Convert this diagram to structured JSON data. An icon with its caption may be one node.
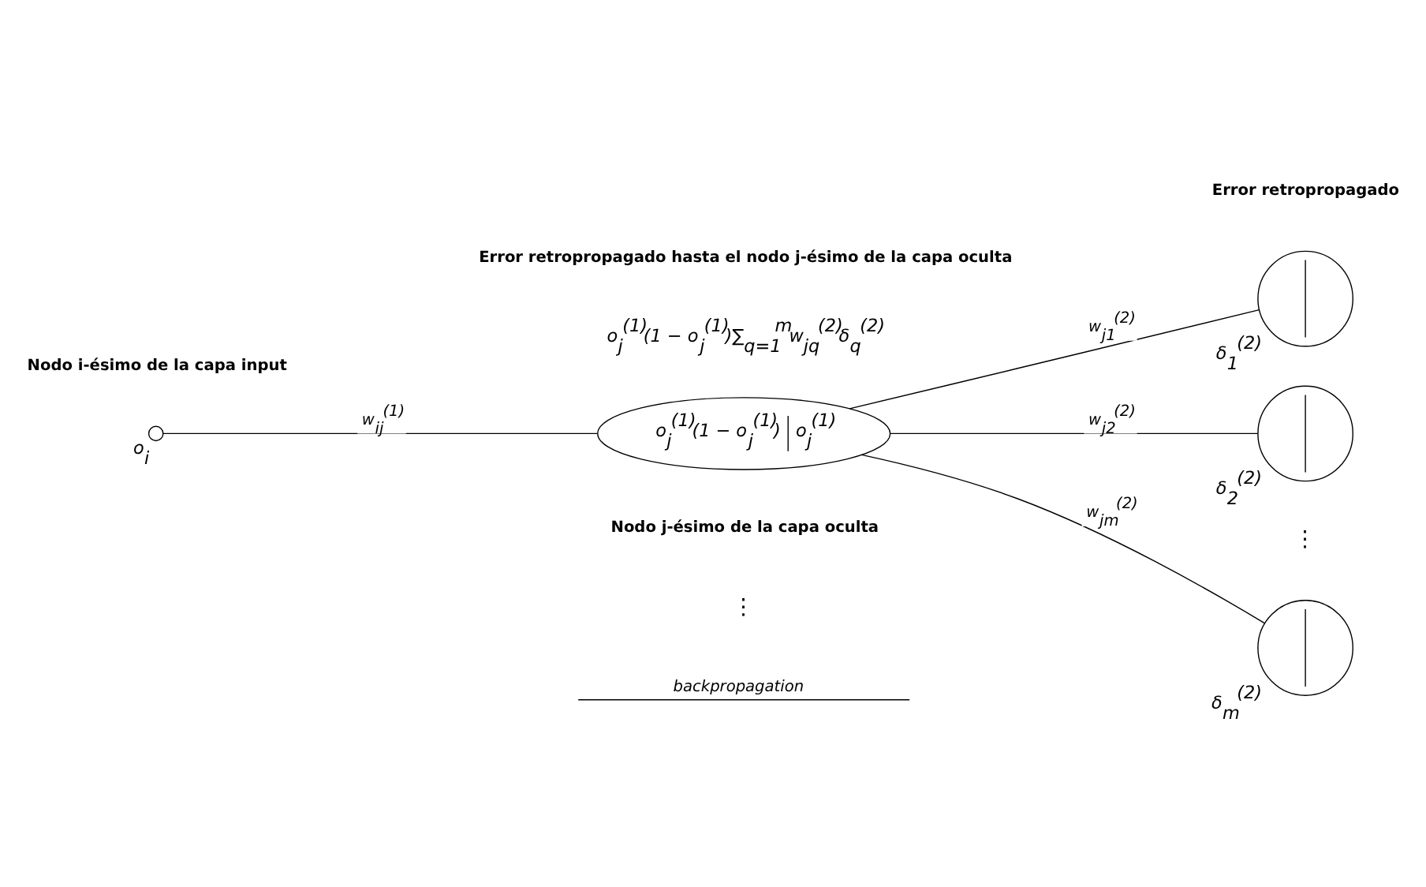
{
  "diagram": {
    "nodes": [
      {
        "text": [],
        "shape": "circle",
        "beside": [
          "o$_{i}$"
        ]
      },
      {
        "text": [
          "o$_{j}$$^{(1)}$(1 − o$_{j}$$^{(1)}$)",
          "o$_{j}$$^{(1)}$"
        ],
        "beside": [
          "Error retropropagado hasta el nodo j-ésimo de la capa oculta",
          "o$_{j}$$^{(1)}$(1 − o$_{j}$$^{(1)}$)∑$_{q=1}$$^{m}$w$_{jq}$$^{(2)}$δ$_{q}$$^{(2)}$",
          "Nodo j-ésimo de la capa oculta"
        ]
      },
      {
        "text": [],
        "shape": "circle",
        "beside": [
          "δ$_{1}$$^{(2)}$"
        ]
      },
      {
        "text": [],
        "shape": "circle",
        "beside": [
          "δ$_{2}$$^{(2)}$"
        ]
      },
      {
        "text": [],
        "shape": "circle",
        "beside": [
          "δ$_{m}$$^{(2)}$"
        ]
      }
    ],
    "edges": [
      {
        "from": 0,
        "to": 1,
        "arrow": "none",
        "label": "w$_{ij}$$^{(1)}$"
      },
      {
        "from": 1,
        "to": 2,
        "arrow": "none",
        "label": "w$_{j1}$$^{(2)}$"
      },
      {
        "from": 1,
        "to": 3,
        "arrow": "none",
        "label": "w$_{j2}$$^{(2)}$"
      },
      {
        "from": 1,
        "to": 4,
        "arrow": "none",
        "label": "w$_{jm}$$^{(2)}$"
      }
    ],
    "labels": [
      "Nodo i-ésimo de la capa input",
      "Error retropropagado",
      "⋮",
      "⋮",
      "backpropagation"
    ]
  }
}
